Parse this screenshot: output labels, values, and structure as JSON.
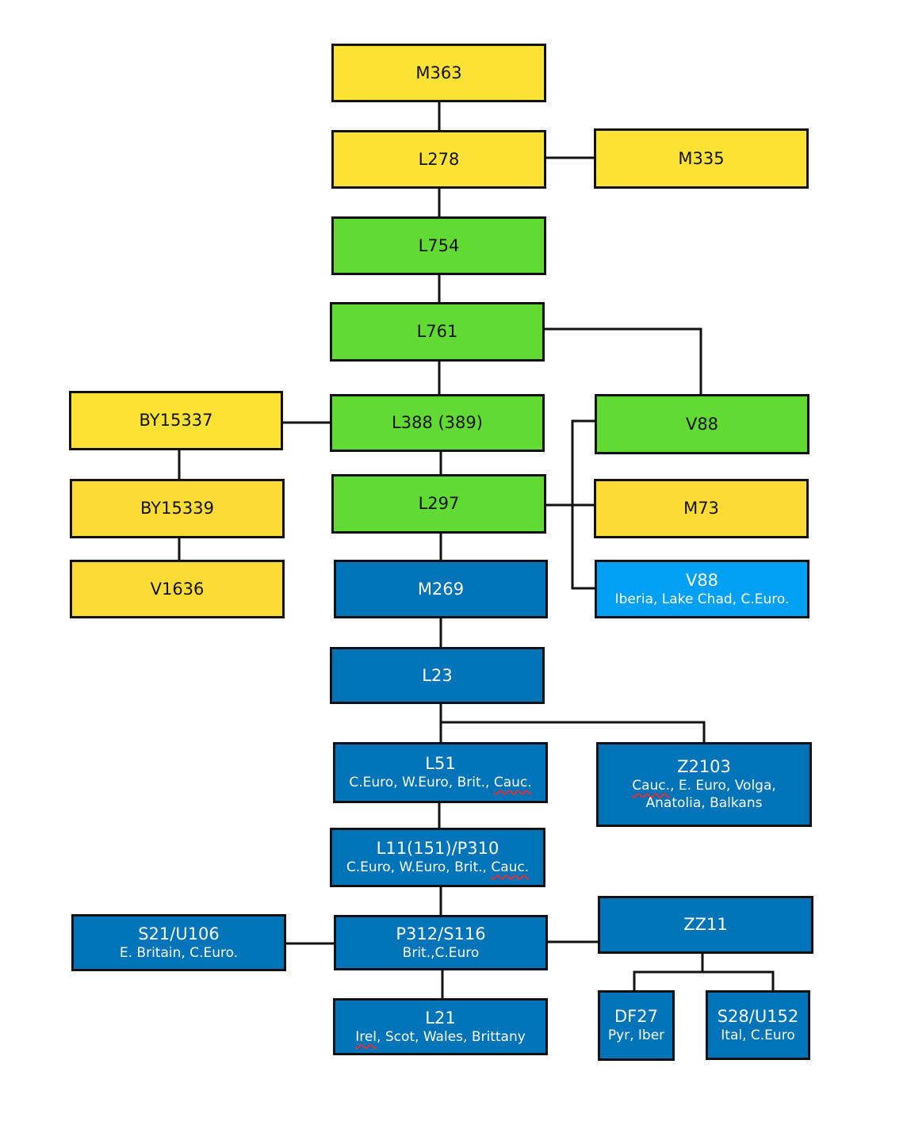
{
  "nodes": {
    "m363": {
      "title": "M363"
    },
    "l278": {
      "title": "L278"
    },
    "m335": {
      "title": "M335"
    },
    "l754": {
      "title": "L754"
    },
    "l761": {
      "title": "L761"
    },
    "by15337": {
      "title": "BY15337"
    },
    "l388": {
      "title": "L388 (389)"
    },
    "v88_green": {
      "title": "V88"
    },
    "by15339": {
      "title": "BY15339"
    },
    "l297": {
      "title": "L297"
    },
    "m73": {
      "title": "M73"
    },
    "v1636": {
      "title": "V1636"
    },
    "m269": {
      "title": "M269"
    },
    "v88_blue": {
      "title": "V88",
      "sub": "Iberia, Lake Chad, C.Euro."
    },
    "l23": {
      "title": "L23"
    },
    "l51": {
      "title": "L51",
      "sub_a": "C.Euro, W.Euro, Brit., ",
      "sub_b": "Cauc."
    },
    "z2103": {
      "title": "Z2103",
      "sub1_a": "Cauc.",
      "sub1_b": ", E. Euro, Volga,",
      "sub2": "Anatolia, Balkans"
    },
    "l11": {
      "title": "L11(151)/P310",
      "sub_a": "C.Euro, W.Euro, Brit., ",
      "sub_b": "Cauc."
    },
    "s21": {
      "title": "S21/U106",
      "sub": "E. Britain, C.Euro."
    },
    "p312": {
      "title": "P312/S116",
      "sub": "Brit.,C.Euro"
    },
    "zz11": {
      "title": "ZZ11"
    },
    "l21": {
      "title": "L21",
      "sub_a": "Irel",
      "sub_b": ", Scot, Wales, Brittany"
    },
    "df27": {
      "title": "DF27",
      "sub": "Pyr, Iber"
    },
    "s28": {
      "title": "S28/U152",
      "sub": "Ital, C.Euro"
    }
  },
  "colors": {
    "yellow": "#fce234",
    "green": "#62da34",
    "blue": "#0074b8",
    "light_blue": "#00a0f6",
    "border": "#111111",
    "spellcheck_underline": "#e0303a"
  }
}
